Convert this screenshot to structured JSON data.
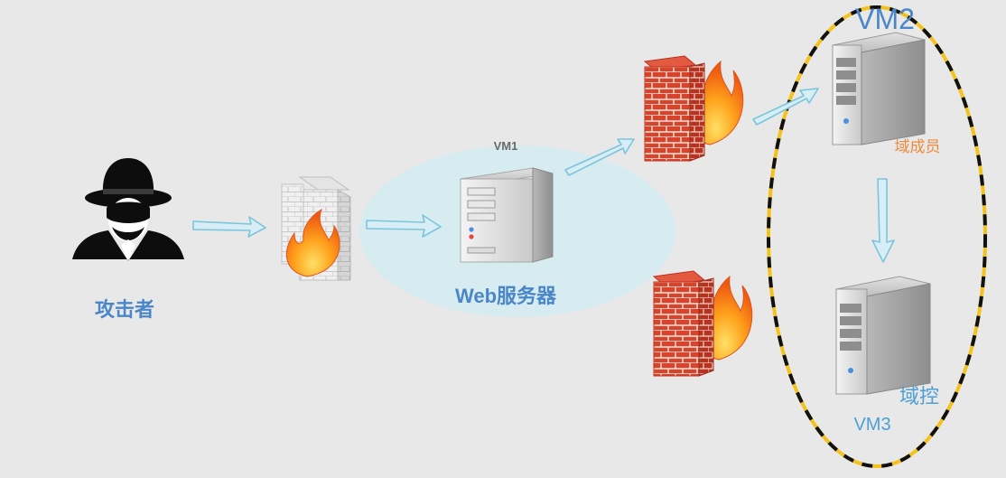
{
  "labels": {
    "attacker": "攻击者",
    "web_server": "Web服务器",
    "vm1": "VM1",
    "vm2": "VM2",
    "domain_member": "域成员",
    "domain_controller": "域控",
    "vm3": "VM3"
  },
  "icons": {
    "attacker": "hacker-icon",
    "perimeter_firewall": "firewall-icon",
    "web_server": "server-icon",
    "internal_firewall_upper": "firewall-icon",
    "internal_firewall_lower": "firewall-icon",
    "domain_member_server": "server-icon",
    "domain_controller_server": "server-icon"
  },
  "colors": {
    "background": "#e8e8e8",
    "label_blue": "#4a86c8",
    "domain_member_label": "#f08a3c",
    "arrow_fill": "#d8eef6",
    "arrow_stroke": "#7cc4dc",
    "dmz_zone": "#d4ecf2",
    "domain_ring_yellow": "#f4c21c",
    "domain_ring_black": "#111111",
    "brick_red": "#d9432c",
    "flame_orange": "#f47a1e"
  }
}
